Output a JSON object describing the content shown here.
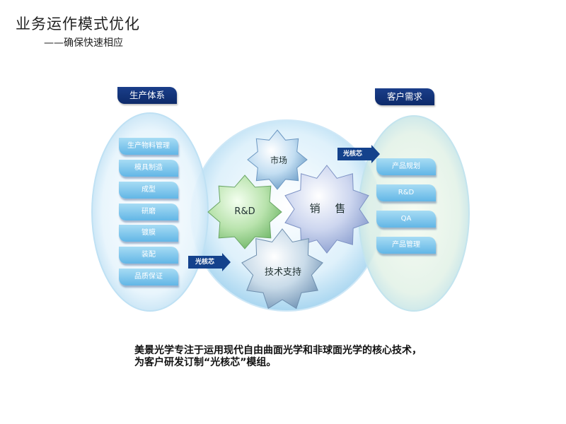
{
  "header": {
    "title": "业务运作模式优化",
    "subtitle": "——确保快速相应"
  },
  "left_group": {
    "label": "生产体系",
    "items": [
      "生产物料管理",
      "模具制造",
      "成型",
      "研磨",
      "镀膜",
      "装配",
      "品质保证"
    ]
  },
  "right_group": {
    "label": "客户需求",
    "items": [
      "产品规划",
      "R&D",
      "QA",
      "产品管理"
    ]
  },
  "gears": {
    "market": "市场",
    "rd": "R&D",
    "sales": "销 售",
    "tech": "技术支持"
  },
  "arrows": {
    "left": "光核芯",
    "right": "光核芯"
  },
  "caption": {
    "line1": "美景光学专注于运用现代自由曲面光学和非球面光学的核心技术，",
    "line2": "为客户研发订制“光核芯”模组。"
  },
  "colors": {
    "header_blue": "#0d2a6a",
    "pill_blue": "#62b6e6",
    "gear_blue": "#7fb2d8",
    "gear_green": "#8fcf86",
    "gear_purple": "#a7b8df",
    "arrow_blue": "#14428c"
  }
}
